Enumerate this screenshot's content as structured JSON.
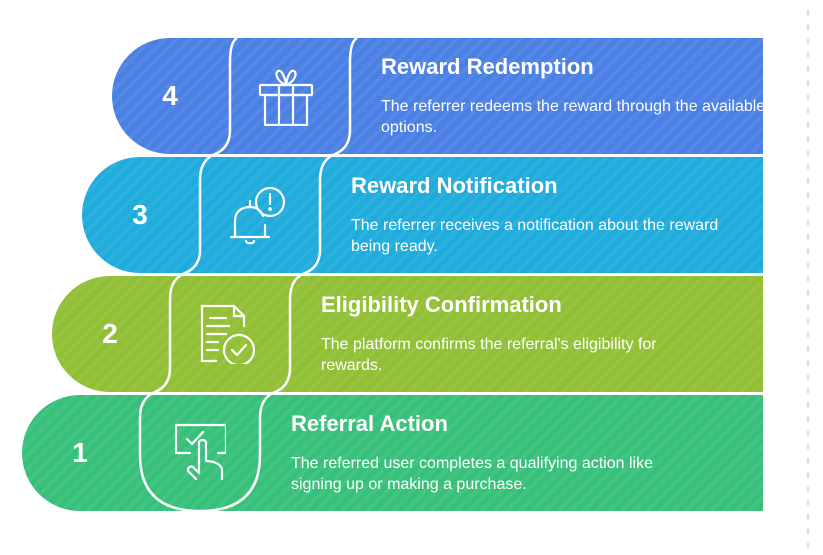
{
  "colors": {
    "step4": "#4a80e4",
    "step3": "#1fabdc",
    "step2": "#91bf35",
    "step1": "#37c07a"
  },
  "steps": [
    {
      "number": "4",
      "icon": "gift-icon",
      "title": "Reward Redemption",
      "description": "The referrer redeems the reward through the available options."
    },
    {
      "number": "3",
      "icon": "bell-alert-icon",
      "title": "Reward Notification",
      "description": "The referrer receives a notification about the reward being ready."
    },
    {
      "number": "2",
      "icon": "document-check-icon",
      "title": "Eligibility Confirmation",
      "description": "The platform confirms the referral's eligibility for rewards."
    },
    {
      "number": "1",
      "icon": "touch-check-icon",
      "title": "Referral Action",
      "description": "The referred user completes a qualifying action like signing up or making a purchase."
    }
  ]
}
